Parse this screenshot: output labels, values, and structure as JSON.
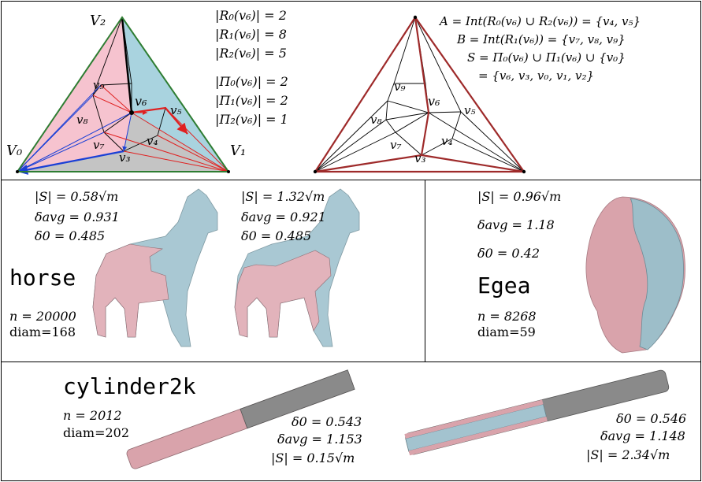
{
  "panel_top": {
    "vertices": {
      "V0": "V₀",
      "V1": "V₁",
      "V2": "V₂",
      "v3": "v₃",
      "v4": "v₄",
      "v5": "v₅",
      "v6": "v₆",
      "v7": "v₇",
      "v8": "v₈",
      "v9": "v₉"
    },
    "region_counts": [
      "|R₀(v₆)| = 2",
      "|R₁(v₆)| = 8",
      "|R₂(v₆)| = 5"
    ],
    "path_counts": [
      "|Π₀(v₆)| = 2",
      "|Π₁(v₆)| = 2",
      "|Π₂(v₆)| = 1"
    ],
    "sets": [
      "A = Int(R₀(v₆) ∪ R₂(v₆)) = {v₄, v₅}",
      "B = Int(R₁(v₆)) = {v₇, v₈, v₉}",
      "S = Π₀(v₆) ∪ Π₁(v₆) ∪ {v₀}",
      "= {v₆, v₃, v₀, v₁, v₂}"
    ],
    "colors": {
      "region_red": "#f6c3cf",
      "region_blue": "#a9d3df",
      "region_gray": "#c4c4c4",
      "outer_green": "#2e7d32",
      "path_dark_red": "#9e2a2a",
      "red_edge": "#e02020",
      "blue_edge": "#1a3fd6"
    }
  },
  "horse": {
    "name": "horse",
    "n": "n = 20000",
    "diam": "diam=168",
    "left": {
      "S": "|S| = 0.58√m",
      "davg": "δavg = 0.931",
      "d0": "δ0 = 0.485"
    },
    "right": {
      "S": "|S| = 1.32√m",
      "davg": "δavg = 0.921",
      "d0": "δ0 = 0.485"
    }
  },
  "egea": {
    "name": "Egea",
    "S": "|S| = 0.96√m",
    "davg": "δavg = 1.18",
    "d0": "δ0 = 0.42",
    "n": "n = 8268",
    "diam": "diam=59"
  },
  "cylinder": {
    "name": "cylinder2k",
    "n": "n = 2012",
    "diam": "diam=202",
    "left": {
      "d0": "δ0 = 0.543",
      "davg": "δavg = 1.153",
      "S": "|S| = 0.15√m"
    },
    "right": {
      "d0": "δ0 = 0.546",
      "davg": "δavg = 1.148",
      "S": "|S| = 2.34√m"
    }
  }
}
